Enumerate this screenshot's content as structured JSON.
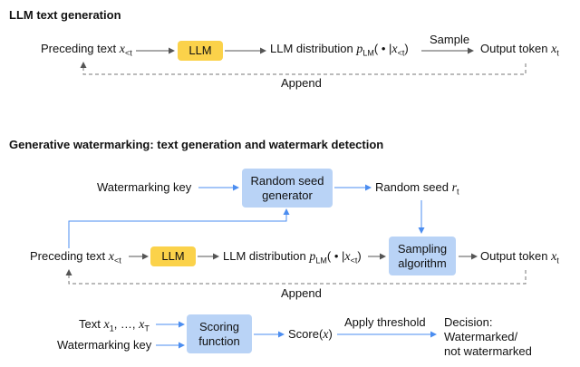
{
  "section1": {
    "title": "LLM text generation",
    "preceding_text": "Preceding text",
    "preceding_var": "x",
    "preceding_sub": "<t",
    "llm_label": "LLM",
    "dist_text": "LLM distribution",
    "dist_p": "p",
    "dist_p_sub": "LM",
    "dist_args": "( • |",
    "dist_x": "x",
    "dist_x_sub": "<t",
    "dist_close": ")",
    "sample_label": "Sample",
    "output_text": "Output token",
    "output_var": "x",
    "output_sub": "t",
    "append_label": "Append"
  },
  "section2": {
    "title": "Generative watermarking: text generation and watermark detection",
    "wm_key": "Watermarking key",
    "seed_gen": "Random seed generator",
    "random_seed": "Random seed",
    "random_seed_var": "r",
    "random_seed_sub": "t",
    "preceding_text": "Preceding text",
    "preceding_var": "x",
    "preceding_sub": "<t",
    "llm_label": "LLM",
    "dist_text": "LLM distribution",
    "dist_p": "p",
    "dist_p_sub": "LM",
    "dist_args": "( • |",
    "dist_x": "x",
    "dist_x_sub": "<t",
    "dist_close": ")",
    "sampling": "Sampling algorithm",
    "output_text": "Output token",
    "output_var": "x",
    "output_sub": "t",
    "append_label": "Append",
    "text_label": "Text",
    "text_x1": "x",
    "text_x1_sub": "1",
    "text_sep": ", …,",
    "text_xT": "x",
    "text_xT_sub": "T",
    "wm_key2": "Watermarking key",
    "scoring": "Scoring function",
    "score_label": "Score(",
    "score_var": "x",
    "score_close": ")",
    "threshold_label": "Apply threshold",
    "decision": "Decision:",
    "decision_wm": "Watermarked/",
    "decision_not": "not watermarked"
  },
  "colors": {
    "llm_box": "#fbd24a",
    "blue_box": "#b9d3f6",
    "arrow_blue": "#4b8df0",
    "arrow_gray": "#555555"
  }
}
